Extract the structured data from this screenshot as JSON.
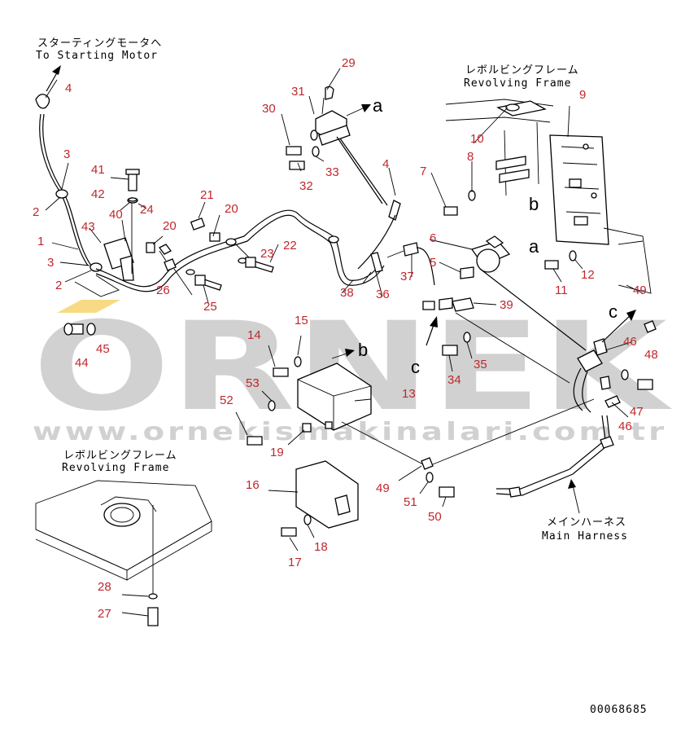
{
  "captions": {
    "starting_motor_jp": "スターティングモータへ",
    "starting_motor_en": "To Starting Motor",
    "revolving_frame_jp_top": "レボルビングフレーム",
    "revolving_frame_en_top": "Revolving Frame",
    "revolving_frame_jp_bottom": "レボルビングフレーム",
    "revolving_frame_en_bottom": "Revolving Frame",
    "main_harness_jp": "メインハーネス",
    "main_harness_en": "Main Harness"
  },
  "reference_letters": {
    "a1": "a",
    "a2": "a",
    "b1": "b",
    "b2": "b",
    "c1": "c",
    "c2": "c"
  },
  "part_numbers": {
    "p1": "1",
    "p2a": "2",
    "p2b": "2",
    "p3a": "3",
    "p3b": "3",
    "p4a": "4",
    "p4b": "4",
    "p5": "5",
    "p6": "6",
    "p7": "7",
    "p8": "8",
    "p9": "9",
    "p10": "10",
    "p11": "11",
    "p12": "12",
    "p13": "13",
    "p14": "14",
    "p15": "15",
    "p16": "16",
    "p17": "17",
    "p18": "18",
    "p19": "19",
    "p20a": "20",
    "p20b": "20",
    "p21": "21",
    "p22": "22",
    "p23": "23",
    "p24": "24",
    "p25": "25",
    "p26": "26",
    "p27": "27",
    "p28": "28",
    "p29": "29",
    "p30": "30",
    "p31": "31",
    "p32": "32",
    "p33": "33",
    "p34": "34",
    "p35": "35",
    "p36": "36",
    "p37": "37",
    "p38": "38",
    "p39": "39",
    "p40": "40",
    "p41": "41",
    "p42": "42",
    "p43": "43",
    "p44": "44",
    "p45": "45",
    "p46a": "46",
    "p46b": "46",
    "p47": "47",
    "p48": "48",
    "p49a": "49",
    "p49b": "49",
    "p50": "50",
    "p51": "51",
    "p52": "52",
    "p53": "53"
  },
  "watermark": {
    "brand": "ORNEK",
    "url": "www.ornekismakinalari.com.tr"
  },
  "drawing_number": "00068685",
  "colors": {
    "part_label": "#c0272d",
    "line": "#000000",
    "watermark": "#9a9a9a",
    "watermark_accent": "#f2c230"
  }
}
